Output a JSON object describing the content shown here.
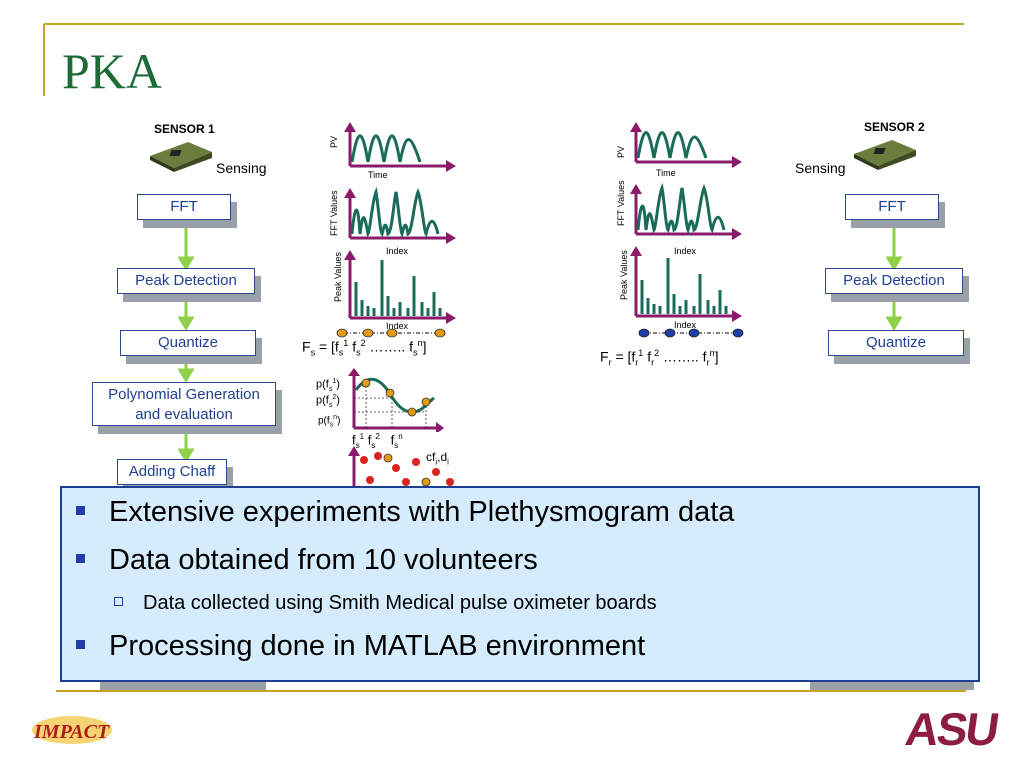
{
  "slide": {
    "title": "PKA",
    "accent_color": "#c9a227",
    "title_color": "#1e6b3a",
    "box_text_color": "#1f3f8f",
    "arrow_color": "#8fd24a"
  },
  "sensor1": {
    "label": "SENSOR 1",
    "sensing": "Sensing",
    "steps": [
      "FFT",
      "Peak Detection",
      "Quantize",
      "Polynomial Generation",
      "and evaluation",
      "Adding Chaff"
    ]
  },
  "sensor2": {
    "label": "SENSOR 2",
    "sensing": "Sensing",
    "steps": [
      "FFT",
      "Peak Detection",
      "Quantize"
    ]
  },
  "plots": {
    "pv": "PV",
    "time": "Time",
    "fft_values": "FFT Values",
    "index": "Index",
    "peak_values": "Peak Values"
  },
  "formulas": {
    "fs_main": "F",
    "fs_sub": "s",
    "fs_rest": " = [f",
    "fs_sup1": "1",
    "fs_mid": " f",
    "fs_sup2": "2",
    "fs_dots": " …….. f",
    "fs_supn": "n",
    "fr_main": "F",
    "fr_sub": "r",
    "fr_rest": " = [f",
    "fr_sup1": "1",
    "fr_mid": " f",
    "fr_sup2": "2",
    "fr_dots": " …….. f",
    "fr_supn": "n",
    "close": "]"
  },
  "poly": {
    "p1": "p(f",
    "p1b": "s",
    "p1c": "1",
    "p2": "p(f",
    "p2b": "s",
    "p2c": "2",
    "pn": "p(f",
    "pnb": "s",
    "pnc": "n",
    "x1": "f",
    "x1b": "s",
    "x1c": "1",
    "x2": "f",
    "x2b": "s",
    "x2c": "2",
    "xn": "f",
    "xnb": "s",
    "xnc": "n",
    "chaff": "cf",
    "chaffb": "i",
    "chaffc": ",d",
    "chaffd": "i"
  },
  "bullets": [
    "Extensive experiments with Plethysmogram data",
    "Data obtained from 10 volunteers",
    "Processing done in MATLAB environment"
  ],
  "sub_bullets": [
    "Data collected using Smith Medical pulse oximeter boards"
  ],
  "logos": {
    "left": "IMPACT",
    "right": "ASU"
  }
}
